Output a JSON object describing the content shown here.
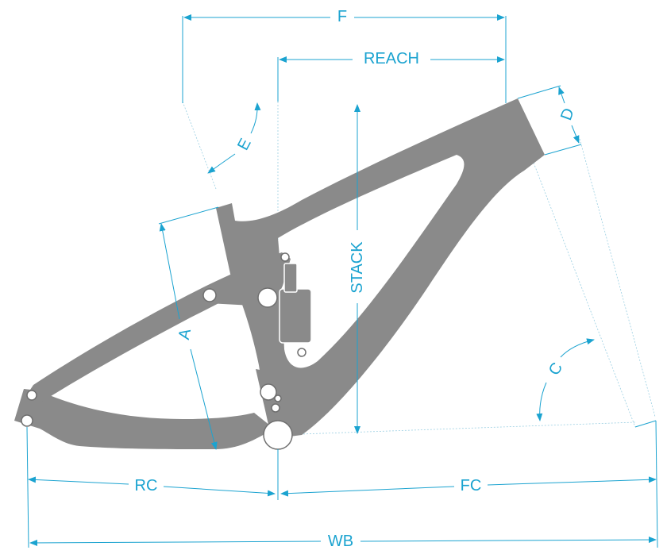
{
  "labels": {
    "f": "F",
    "reach": "REACH",
    "d": "D",
    "e": "E",
    "stack": "STACK",
    "a": "A",
    "c": "C",
    "rc": "RC",
    "fc": "FC",
    "wb": "WB"
  },
  "colors": {
    "dimension": "#1ba3d0",
    "frame": "#8a8a8a",
    "background": "#ffffff"
  }
}
